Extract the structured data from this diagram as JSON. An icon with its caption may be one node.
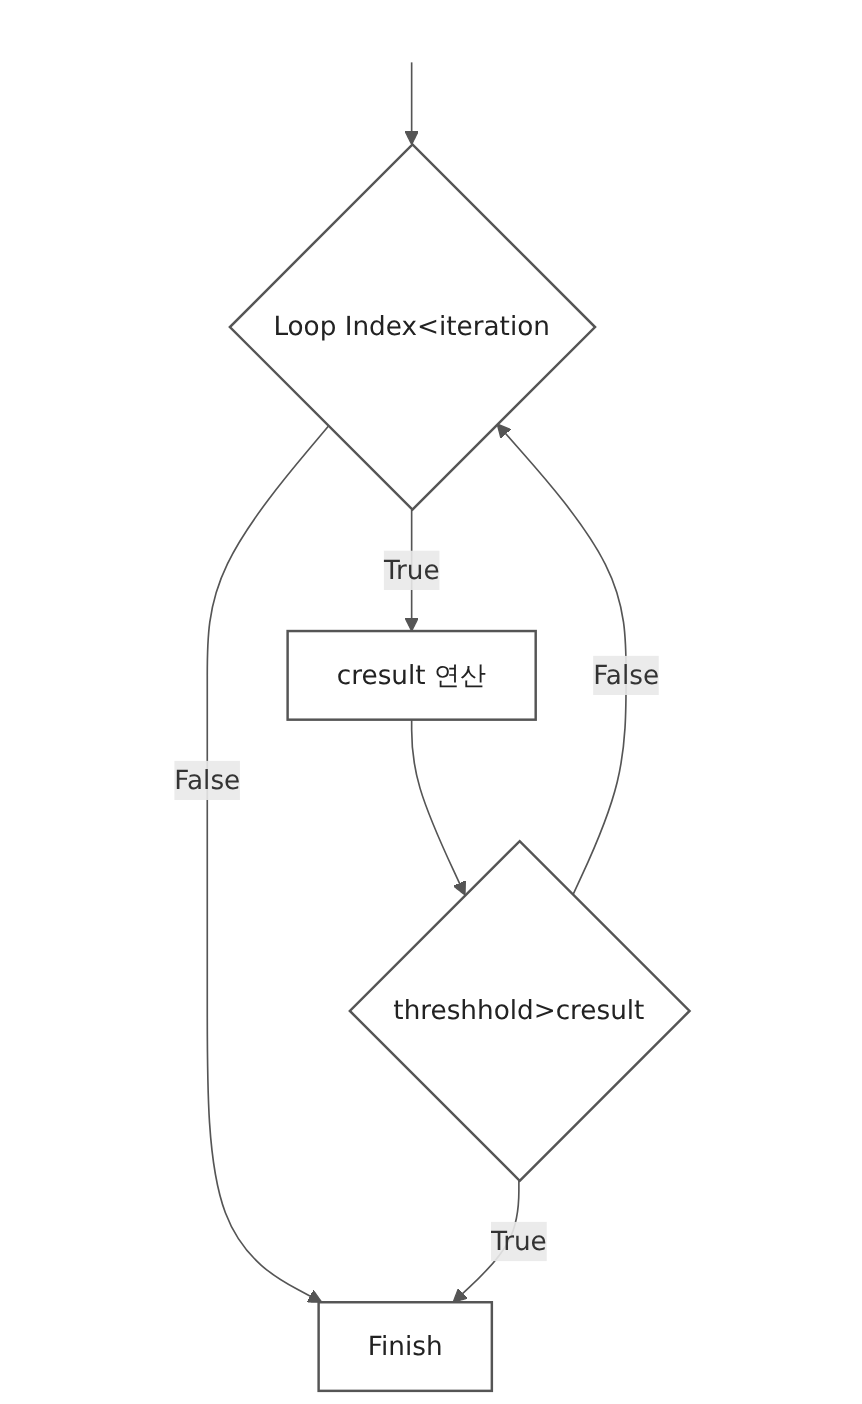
{
  "diagram": {
    "nodes": [
      {
        "text": [
          "Loop Index<iteration"
        ]
      },
      {
        "text": [
          "cresult 연산"
        ]
      },
      {
        "text": [
          "threshhold>cresult"
        ]
      },
      {
        "text": [
          "Finish"
        ]
      }
    ],
    "edges": [
      {
        "from": null,
        "to": 0,
        "arrow": "to"
      },
      {
        "from": 0,
        "to": 1,
        "arrow": "to",
        "label": "True"
      },
      {
        "from": 0,
        "to": 3,
        "arrow": "to",
        "label": "False"
      },
      {
        "from": 1,
        "to": 2,
        "arrow": "to"
      },
      {
        "from": 2,
        "to": 3,
        "arrow": "to",
        "label": "True"
      },
      {
        "from": 2,
        "to": 0,
        "arrow": "to",
        "label": "False"
      }
    ]
  }
}
